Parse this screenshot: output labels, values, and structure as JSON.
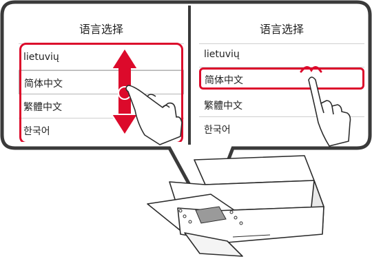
{
  "screens": {
    "left": {
      "title": "语言选择",
      "items": [
        {
          "label": "lietuvių"
        },
        {
          "label": "简体中文"
        },
        {
          "label": "繁體中文"
        },
        {
          "label": "한국어"
        }
      ]
    },
    "right": {
      "title": "语言选择",
      "items": [
        {
          "label": "lietuvių"
        },
        {
          "label": "简体中文"
        },
        {
          "label": "繁體中文"
        },
        {
          "label": "한국어"
        }
      ]
    }
  },
  "colors": {
    "callout_border": "#3a3a3a",
    "highlight_red": "#dc0a2b",
    "divider": "#cfcfcf",
    "printer_body": "#ffffff",
    "printer_outline": "#2b2b2b"
  },
  "icons": [
    "scroll-arrow-icon",
    "drag-hand-icon",
    "tap-hand-icon",
    "tap-indicator-icon",
    "printer-illustration"
  ]
}
